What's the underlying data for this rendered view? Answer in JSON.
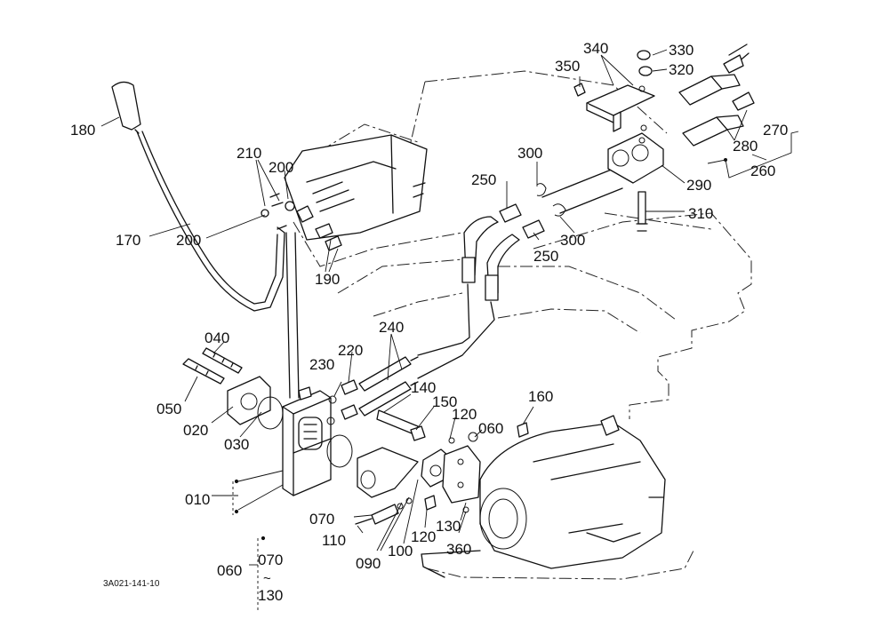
{
  "diagram": {
    "caption": "3A021-141-10",
    "callouts": {
      "p010": "010",
      "p020": "020",
      "p030": "030",
      "p040": "040",
      "p050": "050",
      "p060": "060",
      "p060b": "060",
      "p070": "070",
      "p070b": "070",
      "p090": "090",
      "p100": "100",
      "p110": "110",
      "p120": "120",
      "p120b": "120",
      "p130": "130",
      "p130b": "130",
      "p140": "140",
      "p150": "150",
      "p160": "160",
      "p170": "170",
      "p180": "180",
      "p190": "190",
      "p200": "200",
      "p200b": "200",
      "p210": "210",
      "p220": "220",
      "p230": "230",
      "p240": "240",
      "p250": "250",
      "p250b": "250",
      "p260": "260",
      "p270": "270",
      "p280": "280",
      "p290": "290",
      "p300": "300",
      "p300b": "300",
      "p310": "310",
      "p320": "320",
      "p330": "330",
      "p340": "340",
      "p350": "350",
      "p360": "360"
    }
  }
}
